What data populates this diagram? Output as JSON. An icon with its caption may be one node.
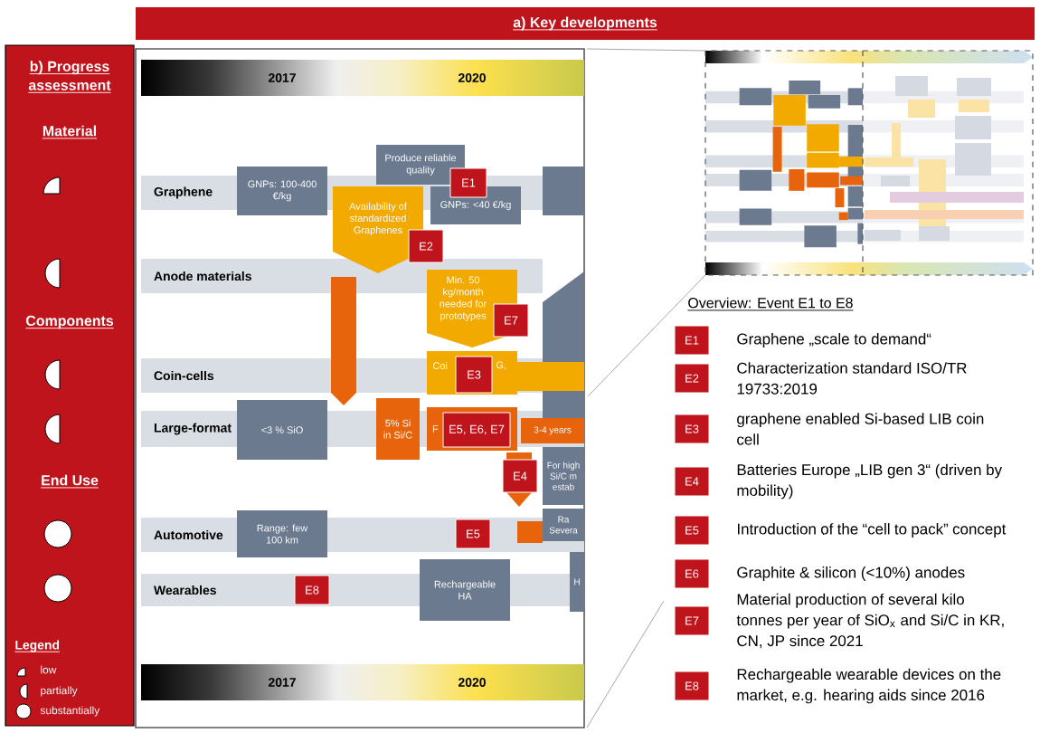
{
  "diagram": {
    "nodes": [
      {
        "text": [
          "a) Key developments"
        ]
      },
      {
        "text": [
          "b) Progress assessment",
          "Material",
          "Components",
          "End Use",
          "Legend"
        ]
      },
      {
        "text": [
          "2017",
          "2020"
        ]
      },
      {
        "text": [
          "Produce reliable quality"
        ]
      },
      {
        "text": [
          "Graphene"
        ]
      },
      {
        "text": [
          "GNPs: 100-400 €/kg"
        ]
      },
      {
        "text": [
          "E1"
        ]
      },
      {
        "text": [
          "GNPs: <40 €/kg"
        ]
      },
      {
        "text": [],
        "shape": "box"
      },
      {
        "text": [
          "Availability of standardized Graphenes"
        ]
      },
      {
        "text": [
          "E2"
        ]
      },
      {
        "text": [
          "Anode materials"
        ]
      },
      {
        "text": [],
        "shape": "arrow"
      },
      {
        "text": [
          "Min. 50 kg/month needed for prototypes"
        ]
      },
      {
        "text": [
          "E7"
        ]
      },
      {
        "text": [],
        "shape": "arrow"
      },
      {
        "text": [
          "Coin-cells"
        ]
      },
      {
        "text": [
          "Coi",
          "G,"
        ]
      },
      {
        "text": [
          "E3"
        ]
      },
      {
        "text": [],
        "shape": "bar"
      },
      {
        "text": [
          "Large-format"
        ]
      },
      {
        "text": [
          "<3 % SiO"
        ]
      },
      {
        "text": [
          "5% Si in Si/C"
        ]
      },
      {
        "text": [
          "F"
        ]
      },
      {
        "text": [
          "E5, E6, E7"
        ],
        "in": 23
      },
      {
        "text": [
          "3-4 years"
        ],
        "in": 20
      },
      {
        "text": [],
        "shape": "arrow"
      },
      {
        "text": [
          "E4"
        ]
      },
      {
        "text": [
          "For high Si/C m estab"
        ]
      },
      {
        "text": [
          "Automotive"
        ]
      },
      {
        "text": [
          "Range: few 100 km"
        ]
      },
      {
        "text": [
          "E5"
        ],
        "in": 29
      },
      {
        "text": [],
        "shape": "bar",
        "in": 29
      },
      {
        "text": [
          "Ra Severa"
        ]
      },
      {
        "text": [
          "Wearables"
        ]
      },
      {
        "text": [
          "E8"
        ],
        "in": 34
      },
      {
        "text": [
          "Rechargeable HA"
        ]
      },
      {
        "text": [
          "H"
        ]
      },
      {
        "text": [
          "2017",
          "2020"
        ]
      },
      {
        "text": [
          "E1"
        ],
        "beside": [
          "Graphene „scale to demand“"
        ]
      },
      {
        "text": [
          "E2"
        ],
        "beside": [
          "Characterization standard ISO/TR 19733:2019"
        ]
      },
      {
        "text": [
          "E3"
        ],
        "beside": [
          "graphene enabled Si-based LIB coin cell"
        ]
      },
      {
        "text": [
          "E4"
        ],
        "beside": [
          "Batteries Europe „LIB gen 3“ (driven by mobility)"
        ]
      },
      {
        "text": [
          "E5"
        ],
        "beside": [
          "Introduction of the “cell to pack” concept"
        ]
      },
      {
        "text": [
          "E6"
        ],
        "beside": [
          "Graphite & silicon (<10%) anodes"
        ]
      },
      {
        "text": [
          "E7"
        ],
        "beside": [
          "Material production of several kilo tonnes per year of SiO$_{x}$ and Si/C in KR, CN, JP since 2021"
        ]
      },
      {
        "text": [
          "E8"
        ],
        "beside": [
          "Rechargeable wearable devices on the market, e.g. hearing aids since 2016"
        ]
      }
    ],
    "labels": [
      "Overview: Event E1 to E8"
    ],
    "legend": [
      {
        "text": "low"
      },
      {
        "text": "partially"
      },
      {
        "text": "substantially"
      }
    ]
  }
}
